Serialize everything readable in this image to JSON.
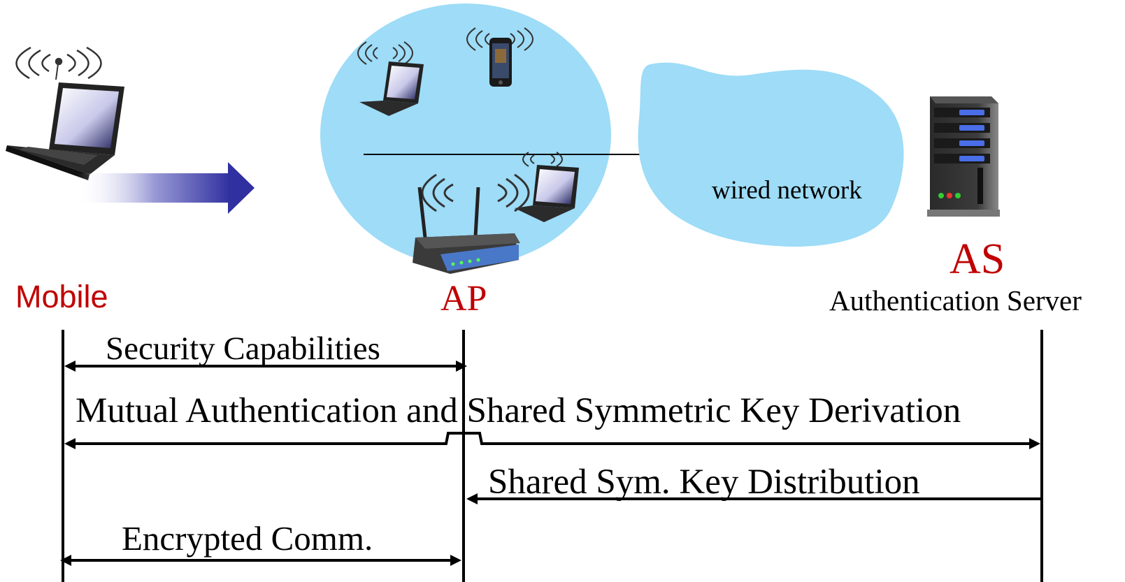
{
  "colors": {
    "label_red": "#c00000",
    "cloud_blue": "#9edcf7",
    "line_black": "#000000",
    "arrow_blue": "#3a3aa8"
  },
  "icons": [
    "laptop-icon",
    "wireless-signal-icon",
    "motion-arrow-icon",
    "smartphone-icon",
    "wireless-router-icon",
    "server-tower-icon"
  ],
  "labels": {
    "wired_network": "wired network",
    "mobile": "Mobile",
    "ap": "AP",
    "as": "AS",
    "as_full": "Authentication Server"
  },
  "messages": {
    "security_capabilities": "Security Capabilities",
    "mutual_auth": "Mutual Authentication and Shared Symmetric Key Derivation",
    "key_distribution": "Shared Sym. Key Distribution",
    "encrypted_comm": "Encrypted Comm."
  }
}
